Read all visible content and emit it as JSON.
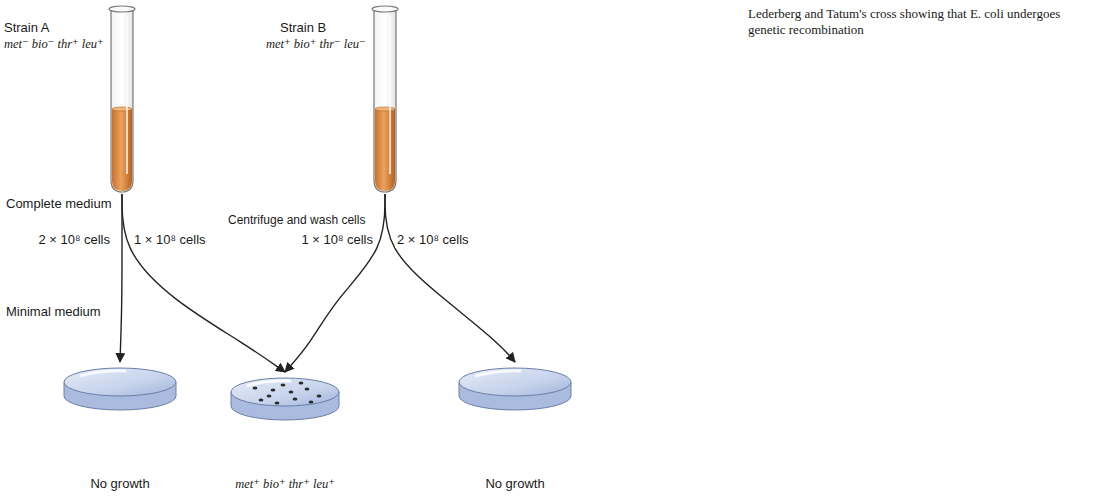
{
  "diagram": {
    "caption": "Lederberg and Tatum's cross showing that E. coli undergoes genetic recombination",
    "nodes": [
      {
        "text": [
          "Strain A",
          "met⁻ bio⁻ thr⁺ leu⁺"
        ]
      },
      {
        "text": [
          "Strain B",
          "met⁺ bio⁺ thr⁻ leu⁻"
        ]
      },
      {
        "text": [
          "No growth"
        ]
      },
      {
        "text": [
          "met⁺ bio⁺ thr⁺ leu⁺"
        ]
      },
      {
        "text": [
          "No growth"
        ]
      }
    ],
    "edges": [
      {
        "from": 0,
        "to": 2,
        "arrow": "to",
        "label": "2 × 10⁸ cells"
      },
      {
        "from": 0,
        "to": 3,
        "arrow": "to",
        "label": "1 × 10⁸ cells"
      },
      {
        "from": 1,
        "to": 3,
        "arrow": "to",
        "label": "1 × 10⁸ cells"
      },
      {
        "from": 1,
        "to": 4,
        "arrow": "to",
        "label": "2 × 10⁸ cells"
      }
    ],
    "labels": [
      "Complete medium",
      "Centrifuge and wash cells",
      "Minimal medium"
    ]
  }
}
